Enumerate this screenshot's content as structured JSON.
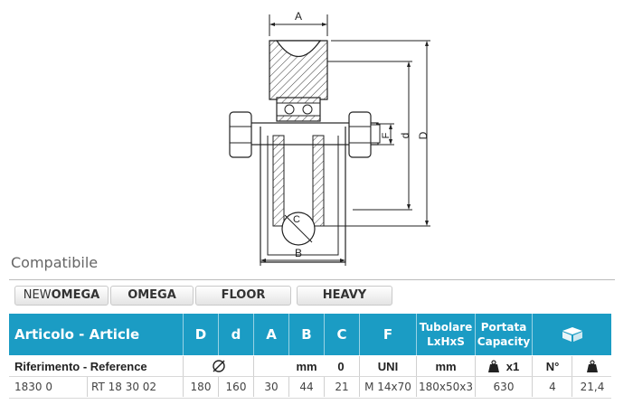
{
  "drawing": {
    "labels": {
      "A": "A",
      "B": "B",
      "C": "C",
      "D": "D",
      "d": "d",
      "F": "F"
    }
  },
  "compat": {
    "label": "Compatibile",
    "tabs": [
      {
        "light": "NEW",
        "bold": "OMEGA"
      },
      {
        "light": "",
        "bold": "OMEGA"
      },
      {
        "light": "",
        "bold": "FLOOR"
      },
      {
        "light": "",
        "bold": "HEAVY"
      }
    ]
  },
  "table": {
    "header": {
      "article": "Articolo - Article",
      "D": "D",
      "d": "d",
      "A": "A",
      "B": "B",
      "C": "C",
      "F": "F",
      "tubolare_1": "Tubolare",
      "tubolare_2": "LxHxS",
      "portata_1": "Portata",
      "portata_2": "Capacity",
      "package_icon": "box-icon"
    },
    "units": {
      "reference": "Riferimento - Reference",
      "diameter_icon": "diameter-icon",
      "mm": "mm",
      "C": "0",
      "F": "UNI",
      "tubolare": "mm",
      "portata_icon": "weight-kg-icon",
      "portata_mult": "x1",
      "qty": "N°",
      "weight_icon": "weight-kg-icon"
    },
    "row": {
      "code": "1830 0",
      "ref": "RT 18 30 02",
      "D": "180",
      "d": "160",
      "A": "30",
      "B": "44",
      "C": "21",
      "F": "M 14x70",
      "tubolare": "180x50x3",
      "portata": "630",
      "qty": "4",
      "weight": "21,4"
    },
    "colors": {
      "header_bg": "#1b9cc4"
    }
  }
}
